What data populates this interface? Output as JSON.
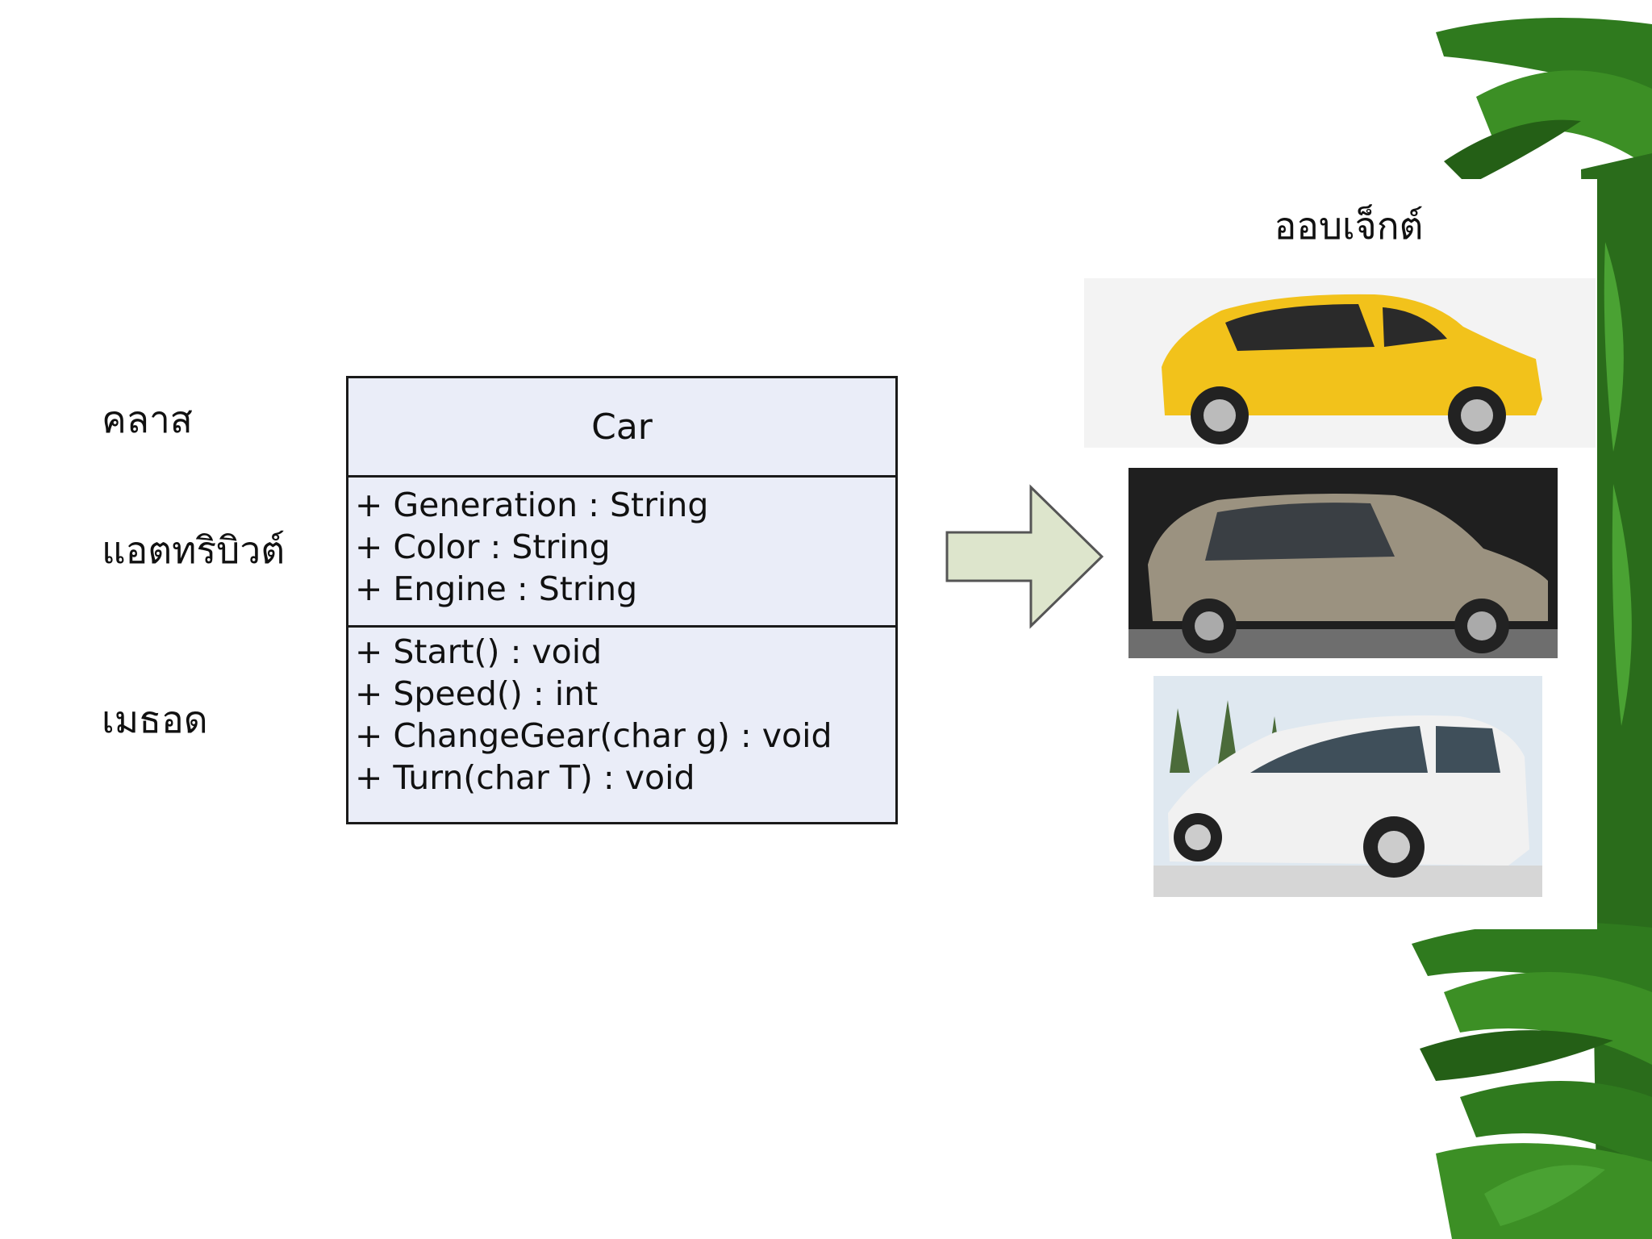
{
  "labels": {
    "class": "คลาส",
    "attribute": "แอตทริบิวต์",
    "method": "เมธอด",
    "object": "ออบเจ็กต์"
  },
  "uml_class": {
    "name": "Car",
    "attributes": [
      "+ Generation : String",
      "+ Color : String",
      "+ Engine : String"
    ],
    "methods": [
      "+ Start() : void",
      "+ Speed() : int",
      "+ ChangeGear(char g) : void",
      "+ Turn(char T) : void"
    ]
  },
  "colors": {
    "uml_fill": "#eaedf8",
    "arrow_fill": "#dde5cc",
    "car_yellow": "#f2c21b",
    "car_bronze": "#9b9280",
    "car_white": "#f1f1f1",
    "foliage_green": "#2f7a1e"
  },
  "objects": [
    {
      "icon": "yellow-hatchback-photo"
    },
    {
      "icon": "bronze-hatchback-photo"
    },
    {
      "icon": "white-hatchback-photo"
    }
  ]
}
